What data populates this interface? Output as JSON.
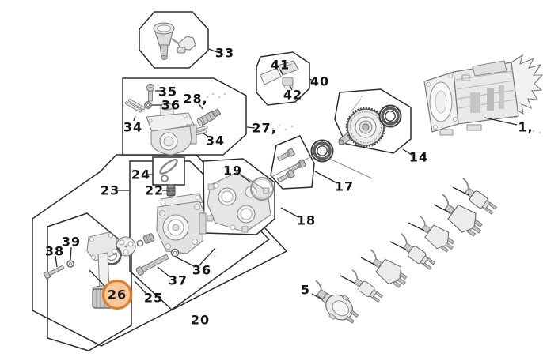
{
  "page": {
    "background": "#ffffff",
    "diagram_type": "exploded-parts-diagram"
  },
  "selected_part": {
    "label": "26",
    "marker_fill": "#f6c89c",
    "marker_stroke": "#e17d26",
    "text_color": "#a6490e"
  },
  "labels": {
    "l1": "1,",
    "l5": "5",
    "l14": "14",
    "l17": "17",
    "l18": "18",
    "l19": "19",
    "l20": "20",
    "l22": "22",
    "l23": "23",
    "l24": "24",
    "l25": "25",
    "l26": "26",
    "l27": "27,",
    "l28": "28,",
    "l33": "33",
    "l34a": "34",
    "l34b": "34",
    "l35": "35",
    "l36a": "36",
    "l36b": "36",
    "l37": "37",
    "l38": "38",
    "l39": "39",
    "l40": "40",
    "l41": "41",
    "l42": "42"
  }
}
